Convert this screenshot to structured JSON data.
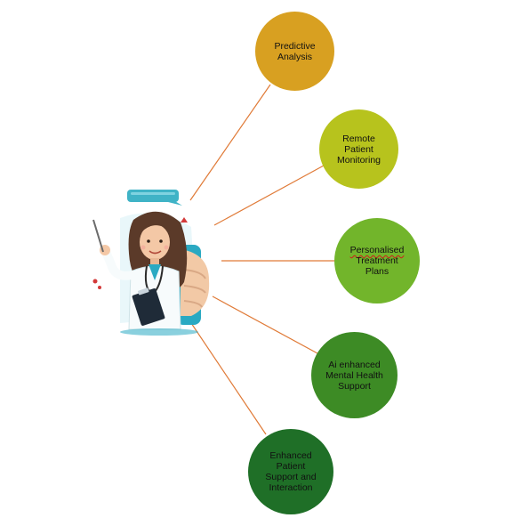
{
  "diagram": {
    "hub": {
      "icon": "doctor-illustration-icon"
    },
    "nodes": [
      {
        "id": "predictive",
        "lines": [
          "Predictive",
          "Analysis"
        ],
        "color": "#d8a021"
      },
      {
        "id": "remote",
        "lines": [
          "Remote",
          "Patient",
          "Monitoring"
        ],
        "color": "#b7c31d"
      },
      {
        "id": "personalised",
        "lines": [
          "Personalised",
          "Treatment",
          "Plans"
        ],
        "color": "#72b52b",
        "spellcheck_word": "Personalised"
      },
      {
        "id": "mental",
        "lines": [
          "Ai enhanced",
          "Mental Health",
          "Support"
        ],
        "color": "#3d8b25"
      },
      {
        "id": "enhanced",
        "lines": [
          "Enhanced",
          "Patient",
          "Support and",
          "Interaction"
        ],
        "color": "#1f6f27"
      }
    ],
    "connector_color": "#e07a37"
  }
}
